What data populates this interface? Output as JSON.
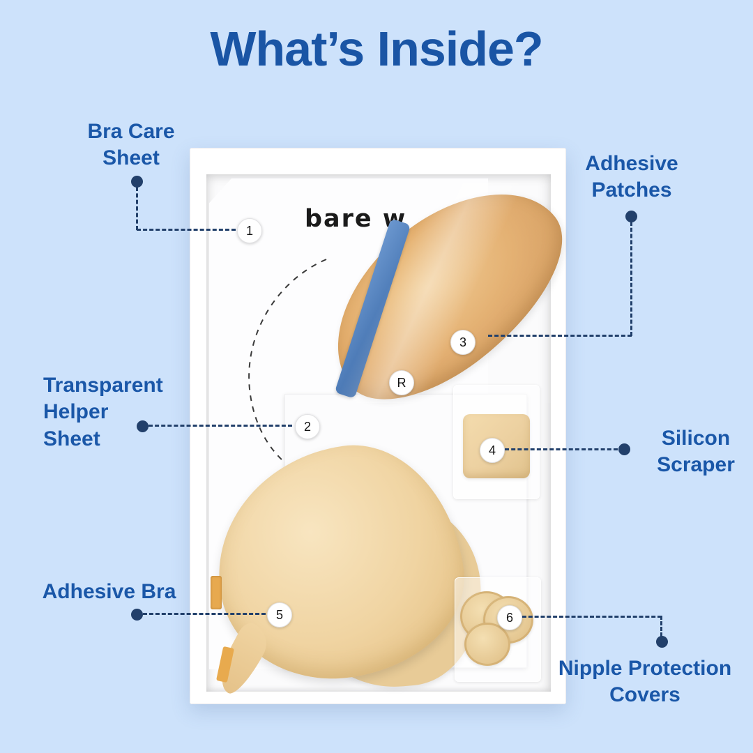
{
  "title": "What’s Inside?",
  "brand": {
    "visible_text": "bare w"
  },
  "markers": {
    "m1": "1",
    "m2": "2",
    "m3": "3",
    "m4": "4",
    "m5": "5",
    "m6": "6",
    "mr": "R"
  },
  "callouts": {
    "bra_care_sheet": {
      "label": "Bra Care\nSheet"
    },
    "adhesive_patches": {
      "label": "Adhesive\nPatches"
    },
    "transparent_helper_sheet": {
      "label": "Transparent\nHelper\nSheet"
    },
    "silicon_scraper": {
      "label": "Silicon\nScraper"
    },
    "adhesive_bra": {
      "label": "Adhesive Bra"
    },
    "nipple_protection_covers": {
      "label": "Nipple Protection\nCovers"
    }
  },
  "colors": {
    "background": "#cde2fb",
    "heading": "#1a55a5",
    "label": "#1a57a8",
    "connector": "#22406b",
    "patch_tan": "#e3ad6c",
    "bra_beige": "#f0d4a2",
    "blue_strip": "#4d7fc0",
    "box_white": "#ffffff"
  }
}
